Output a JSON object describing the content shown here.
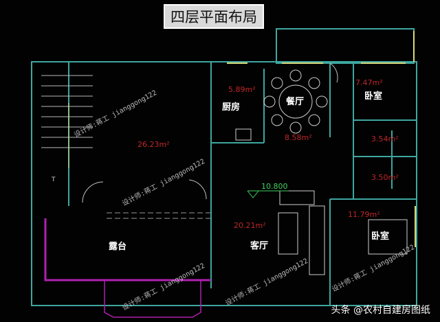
{
  "title": "四层平面布局",
  "credit": "头条 @农村自建房图纸",
  "rooms": {
    "kitchen": {
      "label": "厨房",
      "area": "5.89m²"
    },
    "dining": {
      "label": "餐厅",
      "area": "8.58m²"
    },
    "bedroom1": {
      "label": "卧室",
      "area": "7.47m²"
    },
    "bath1": {
      "area": "3.54m²"
    },
    "bath2": {
      "area": "3.50m²"
    },
    "living": {
      "label": "客厅",
      "area": "20.21m²"
    },
    "hall": {
      "area": "26.23m²"
    },
    "bedroom2": {
      "label": "卧室",
      "area": "11.79m²"
    },
    "terrace": {
      "label": "露台"
    }
  },
  "elevation": "10.800",
  "stair_mark": "T",
  "watermark": "设计师:蒋工 jianggong122",
  "colors": {
    "wall": "#3fa7a0",
    "window": "#d8d87a",
    "rail": "#b020b0",
    "area": "#c0262a"
  }
}
